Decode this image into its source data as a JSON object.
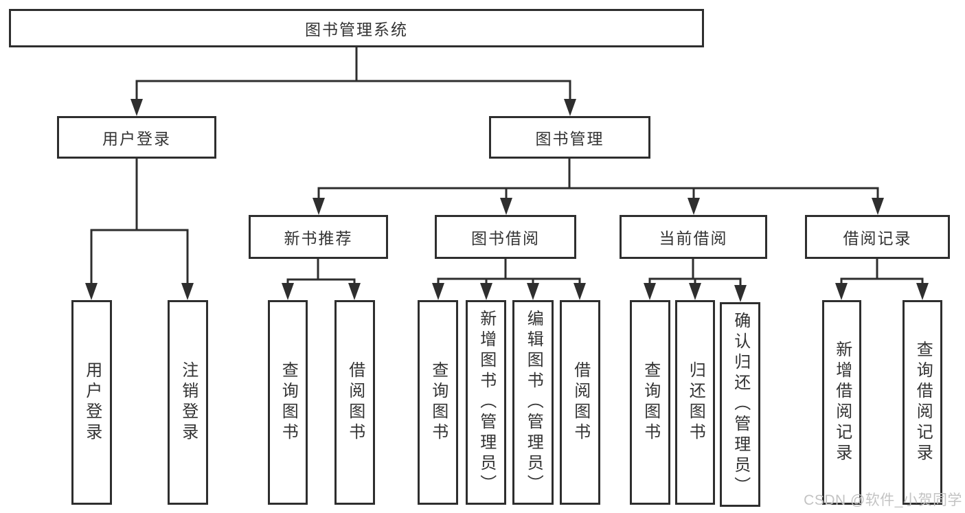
{
  "colors": {
    "line": "#2e2e2e",
    "box-border": "#2e2e2e",
    "box-bg": "#ffffff",
    "text": "#333333",
    "page-bg": "#ffffff",
    "watermark": "#c3c3c3"
  },
  "nodes": {
    "root": "图书管理系统",
    "level2": {
      "user_login": "用户登录",
      "book_management": "图书管理"
    },
    "level3": {
      "new_book_recommend": "新书推荐",
      "book_borrow": "图书借阅",
      "current_borrow": "当前借阅",
      "borrow_record": "借阅记录"
    },
    "leaves": {
      "user_login": "用户登录",
      "logout_login": "注销登录",
      "recommend_query_book": "查询图书",
      "recommend_borrow_book": "借阅图书",
      "borrow_query_book": "查询图书",
      "borrow_add_book": "新增图书（管理员）",
      "borrow_edit_book": "编辑图书（管理员）",
      "borrow_borrow_book": "借阅图书",
      "current_query_book": "查询图书",
      "current_return_book": "归还图书",
      "current_confirm_return": "确认归还（管理员）",
      "record_add_borrow": "新增借阅记录",
      "record_query_borrow": "查询借阅记录"
    }
  },
  "hierarchy": {
    "图书管理系统": {
      "用户登录": [
        "用户登录",
        "注销登录"
      ],
      "图书管理": {
        "新书推荐": [
          "查询图书",
          "借阅图书"
        ],
        "图书借阅": [
          "查询图书",
          "新增图书（管理员）",
          "编辑图书（管理员）",
          "借阅图书"
        ],
        "当前借阅": [
          "查询图书",
          "归还图书",
          "确认归还（管理员）"
        ],
        "借阅记录": [
          "新增借阅记录",
          "查询借阅记录"
        ]
      }
    }
  },
  "watermark": "CSDN @软件_小贺同学"
}
